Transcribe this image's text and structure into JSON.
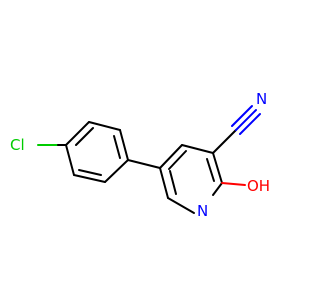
{
  "molecule": {
    "atom_labels": {
      "chlorine": "Cl",
      "nitrogen_nitrile": "N",
      "nitrogen_ring": "N",
      "hydroxyl": "OH"
    },
    "colors": {
      "bond": "#000000",
      "chlorine": "#00cc00",
      "nitrogen": "#0000ff",
      "oxygen": "#ff0000",
      "background": "#ffffff"
    }
  }
}
